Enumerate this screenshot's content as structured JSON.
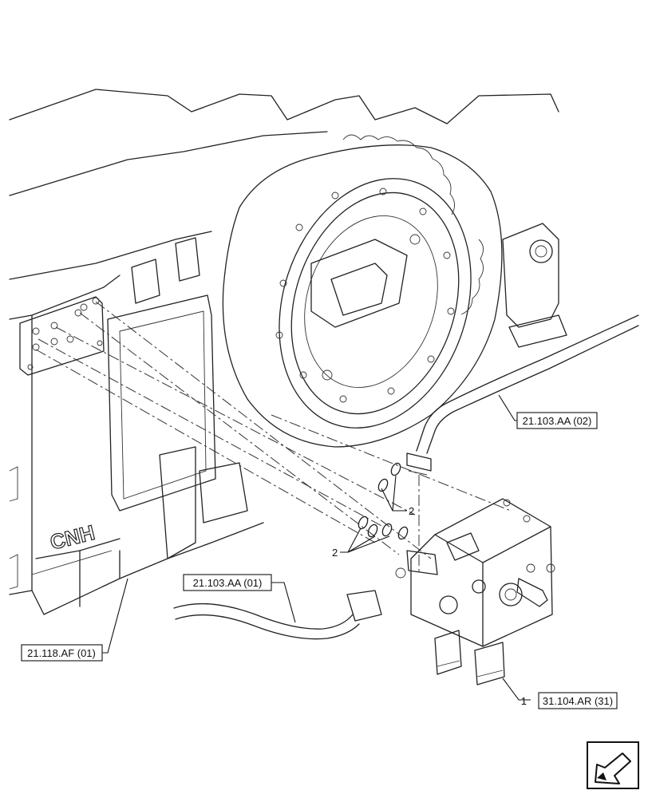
{
  "callouts": {
    "ref_main_housing": "21.118.AF (01)",
    "ref_pipe_upper": "21.103.AA (02)",
    "ref_pipe_lower": "21.103.AA (01)",
    "ref_valve": "31.104.AR (31)",
    "item_valve_number": "1",
    "item_oring_number_upper": "2",
    "item_oring_number_lower": "2"
  },
  "housing_logo": "CNH",
  "nav_arrow_icon": "page-navigation-arrow-icon"
}
